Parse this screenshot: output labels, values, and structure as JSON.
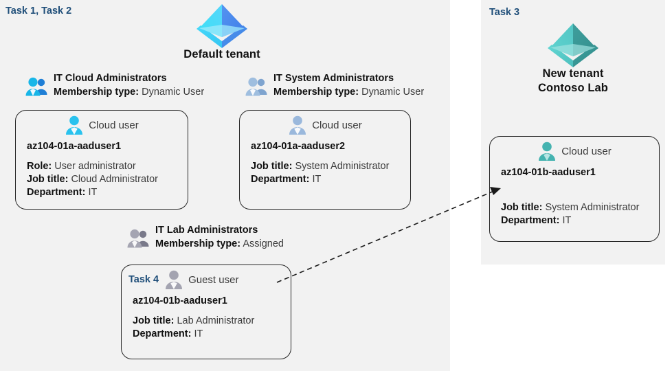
{
  "panels": {
    "left_label": "Task 1, Task 2",
    "right_label": "Task 3"
  },
  "tenants": [
    {
      "id": "default-tenant",
      "icon": "azure-ad-tenant-icon",
      "title": "Default tenant",
      "subtitle": "",
      "accent": "#32b8f0"
    },
    {
      "id": "new-tenant",
      "icon": "azure-ad-tenant-icon",
      "title": "New  tenant",
      "subtitle": "Contoso Lab",
      "accent": "#45b3b0"
    }
  ],
  "groups": [
    {
      "id": "it-cloud-administrators",
      "icon": "group-users-icon",
      "name": "IT Cloud Administrators",
      "membership_label": "Membership type:",
      "membership_value": "Dynamic User",
      "accent": "#1ab3e8"
    },
    {
      "id": "it-system-administrators",
      "icon": "group-users-icon",
      "name": "IT System Administrators",
      "membership_label": "Membership type:",
      "membership_value": "Dynamic User",
      "accent": "#9ab8dc"
    },
    {
      "id": "it-lab-administrators",
      "icon": "group-users-icon",
      "name": "IT Lab Administrators",
      "membership_label": "Membership type:",
      "membership_value": "Assigned",
      "accent": "#9a9aa8"
    }
  ],
  "cards": [
    {
      "id": "az104-01a-aaduser1",
      "task_tag": "",
      "user_type": "Cloud user",
      "icon": "cloud-user-icon",
      "accent": "#29c2ee",
      "username": "az104-01a-aaduser1",
      "fields": [
        {
          "label": "Role:",
          "value": "User administrator"
        },
        {
          "label": "Job title:",
          "value": "Cloud Administrator"
        },
        {
          "label": "Department:",
          "value": "IT"
        }
      ]
    },
    {
      "id": "az104-01a-aaduser2",
      "task_tag": "",
      "user_type": "Cloud user",
      "icon": "cloud-user-icon",
      "accent": "#9ab8dc",
      "username": "az104-01a-aaduser2",
      "fields": [
        {
          "label": "Job title:",
          "value": "System Administrator"
        },
        {
          "label": "Department:",
          "value": "IT"
        }
      ]
    },
    {
      "id": "az104-01b-aaduser1-guest",
      "task_tag": "Task 4",
      "user_type": "Guest user",
      "icon": "guest-user-icon",
      "accent": "#a3a3b0",
      "username": "az104-01b-aaduser1",
      "fields": [
        {
          "label": "Job title:",
          "value": "Lab Administrator"
        },
        {
          "label": "Department:",
          "value": "IT"
        }
      ]
    },
    {
      "id": "az104-01b-aaduser1-cloud",
      "task_tag": "",
      "user_type": "Cloud user",
      "icon": "cloud-user-icon",
      "accent": "#45b3b0",
      "username": "az104-01b-aaduser1",
      "fields": [
        {
          "label": "Job title:",
          "value": "System Administrator"
        },
        {
          "label": "Department:",
          "value": "IT"
        }
      ]
    }
  ],
  "connector": {
    "id": "guest-to-cloud-user-arrow",
    "style": "dashed-arrow",
    "color": "#1a1a1a"
  }
}
